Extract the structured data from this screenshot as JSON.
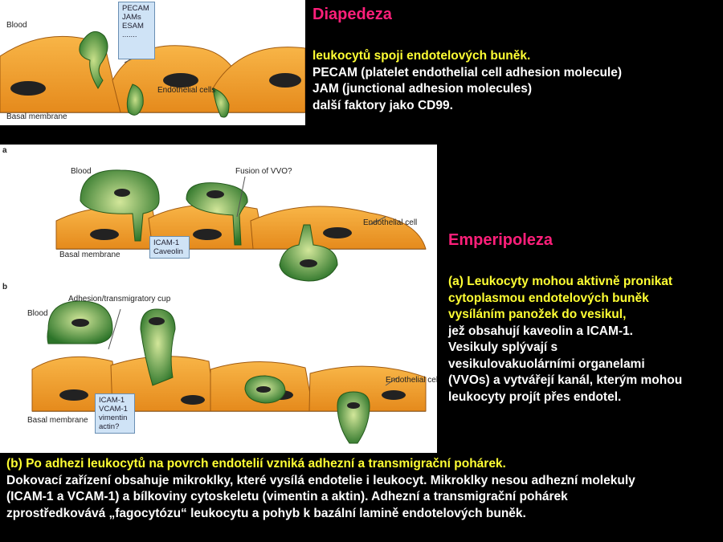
{
  "diapedeza": {
    "title": "Diapedeza",
    "lines": [
      "leukocytů spoji endotelových buněk.",
      "PECAM (platelet endothelial cell adhesion molecule)",
      "JAM (junctional adhesion molecules)",
      "další faktory jako CD99."
    ],
    "figure": {
      "blood": "Blood",
      "endothelial": "Endothelial cells",
      "basal": "Basal membrane",
      "box": [
        "PECAM",
        "JAMs",
        "ESAM",
        "......."
      ]
    }
  },
  "emperipoleza": {
    "title": "Emperipoleza",
    "lines_yellow": [
      "(a) Leukocyty mohou aktivně pronikat",
      "cytoplasmou endotelových buněk",
      "vysíláním panožek do vesikul,"
    ],
    "lines_white": [
      "jež obsahují kaveolin a ICAM-1.",
      "Vesikuly splývají s",
      "vesikulovakuolárními organelami",
      "(VVOs) a vytvářejí kanál, kterým mohou",
      "leukocyty projít přes endotel."
    ]
  },
  "figure_a": {
    "letter": "a",
    "blood": "Blood",
    "fusion": "Fusion of VVO?",
    "endothelial": "Endothelial cell",
    "basal": "Basal membrane",
    "box": [
      "ICAM-1",
      "Caveolin"
    ]
  },
  "figure_b": {
    "letter": "b",
    "blood": "Blood",
    "cup": "Adhesion/transmigratory cup",
    "endothelial": "Endothelial cell",
    "basal": "Basal membrane",
    "box": [
      "ICAM-1",
      "VCAM-1",
      "vimentin",
      "actin?"
    ]
  },
  "bottom": {
    "line_yellow": "(b) Po adhezi leukocytů na povrch endotelií vzniká adhezní a transmigrační pohárek.",
    "lines_white": [
      "Dokovací zařízení obsahuje mikroklky, které vysílá endotelie i leukocyt. Mikroklky nesou adhezní molekuly",
      "(ICAM-1 a VCAM-1) a bílkoviny cytoskeletu (vimentin a aktin). Adhezní a transmigrační pohárek",
      "zprostředkovává „fagocytózu“ leukocytu a pohyb k bazální lamině endotelových buněk."
    ]
  }
}
